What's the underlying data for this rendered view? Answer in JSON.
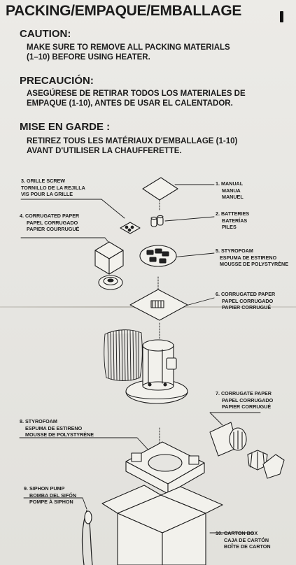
{
  "title": "PACKING/EMPAQUE/EMBALLAGE",
  "caution": {
    "heading": "CAUTION:",
    "lines": [
      "MAKE SURE TO REMOVE ALL PACKING MATERIALS",
      "(1–10) BEFORE USING HEATER."
    ]
  },
  "precaucion": {
    "heading": "PRECAUCIÓN:",
    "lines": [
      "ASEGÚRESE DE RETIRAR TODOS LOS MATERIALES DE",
      "EMPAQUE (1-10), ANTES DE USAR EL CALENTADOR."
    ]
  },
  "mise_en_garde": {
    "heading": "MISE EN GARDE :",
    "lines": [
      "RETIREZ TOUS LES MATÉRIAUX D'EMBALLAGE (1-10)",
      "AVANT D'UTILISER LA CHAUFFERETTE."
    ]
  },
  "parts": {
    "p1": [
      "1. MANUAL",
      "MANUA",
      "MANUEL"
    ],
    "p2": [
      "2. BATTERIES",
      "BATERÍAS",
      "PILES"
    ],
    "p3": [
      "3. GRILLE SCREW",
      "TORNILLO DE LA REJILLA",
      "VIS POUR LA GRILLE"
    ],
    "p4": [
      "4. CORRUGATED PAPER",
      "PAPEL CORRUGADO",
      "PAPIER COURRUGUÉ"
    ],
    "p5": [
      "5. STYROFOAM",
      "ESPUMA DE ESTIRENO",
      "MOUSSE DE POLYSTYRÈNE"
    ],
    "p6": [
      "6. CORRUGATED PAPER",
      "PAPEL CORRUGADO",
      "PAPIER CORRUGUÉ"
    ],
    "p7": [
      "7. CORRUGATE PAPER",
      "PAPEL CORRUGADO",
      "PAPIER CORRUGUÉ"
    ],
    "p8": [
      "8. STYROFOAM",
      "ESPUMA DE ESTIRENO",
      "MOUSSE DE POLYSTYRÈNE"
    ],
    "p9": [
      "9. SIPHON PUMP",
      "BOMBA DEL SIFÓN",
      "POMPE À SIPHON"
    ],
    "p10": [
      "10. CARTON BOX",
      "CAJA DE CARTÓN",
      "BOÎTE DE CARTON"
    ]
  }
}
